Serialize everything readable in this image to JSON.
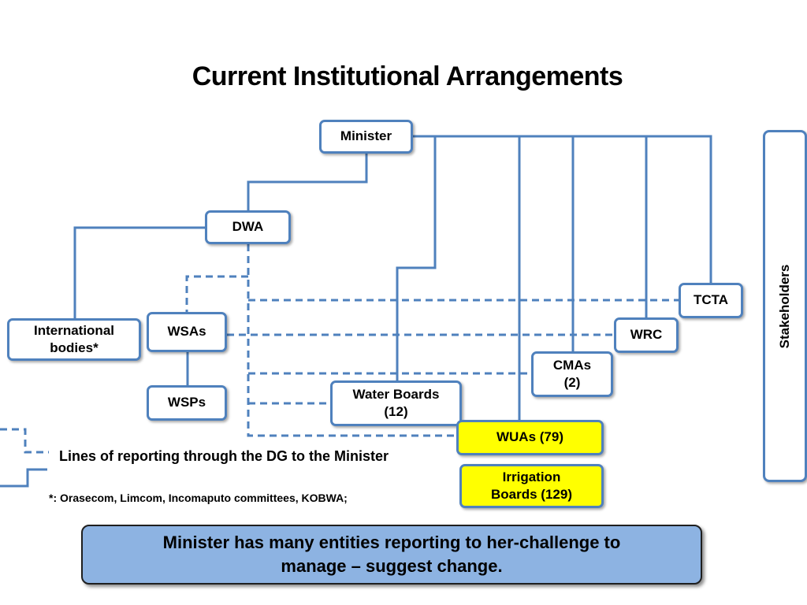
{
  "title": "Current Institutional Arrangements",
  "colors": {
    "line": "#4f81bd",
    "highlight": "#ffff00",
    "banner": "#8db3e2"
  },
  "boxes": {
    "minister": "Minister",
    "dwa": "DWA",
    "international": "International\nbodies*",
    "wsas": "WSAs",
    "wsps": "WSPs",
    "water_boards": "Water Boards\n(12)",
    "cmas": "CMAs\n(2)",
    "wrc": "WRC",
    "tcta": "TCTA",
    "wuas": "WUAs (79)",
    "irrigation_boards": "Irrigation\nBoards (129)"
  },
  "stakeholders": "Stakeholders",
  "legend": {
    "text": "Lines of reporting through the DG to the Minister"
  },
  "footnote": "*: Orasecom, Limcom, Incomaputo committees, KOBWA;",
  "banner": "Minister has many entities reporting to her-challenge to\nmanage – suggest change."
}
